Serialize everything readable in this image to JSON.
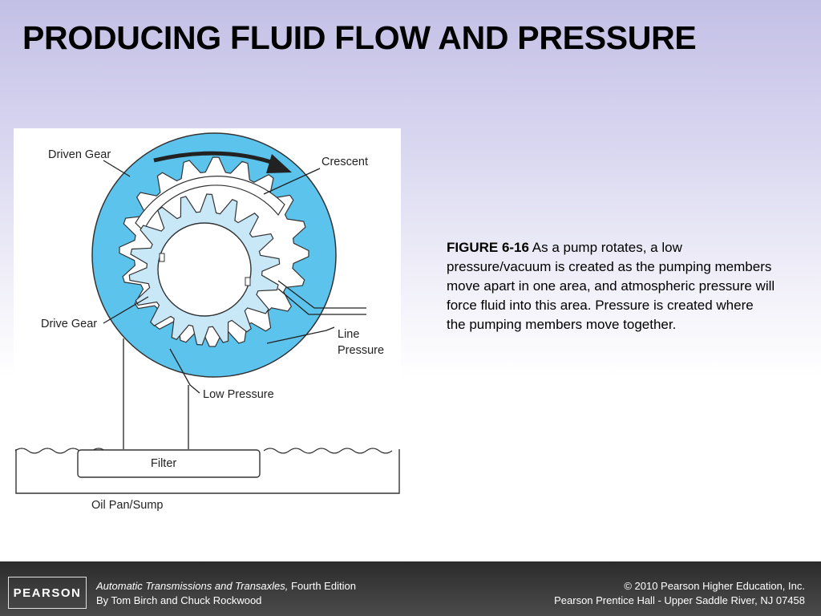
{
  "slide": {
    "title": "PRODUCING FLUID FLOW AND PRESSURE"
  },
  "diagram": {
    "labels": {
      "driven_gear": "Driven Gear",
      "crescent": "Crescent",
      "drive_gear": "Drive Gear",
      "line_pressure_1": "Line",
      "line_pressure_2": "Pressure",
      "low_pressure": "Low Pressure",
      "filter": "Filter",
      "oil_pan": "Oil Pan/Sump"
    },
    "colors": {
      "outer_gear": "#5bc3ec",
      "inner_gear": "#c8e8f8",
      "outline": "#333333"
    }
  },
  "caption": {
    "figure_number": "FIGURE 6-16",
    "text": " As a pump rotates, a low pressure/vacuum is created as the pumping members move apart in one area, and atmospheric pressure will force fluid into this area. Pressure is created where the pumping members move together."
  },
  "footer": {
    "logo_text": "PEARSON",
    "book_title": "Automatic Transmissions and Transaxles,",
    "edition": " Fourth Edition",
    "authors": "By Tom Birch and Chuck Rockwood",
    "copyright": "© 2010 Pearson Higher Education, Inc.",
    "publisher": "Pearson Prentice Hall - Upper Saddle River, NJ 07458"
  }
}
